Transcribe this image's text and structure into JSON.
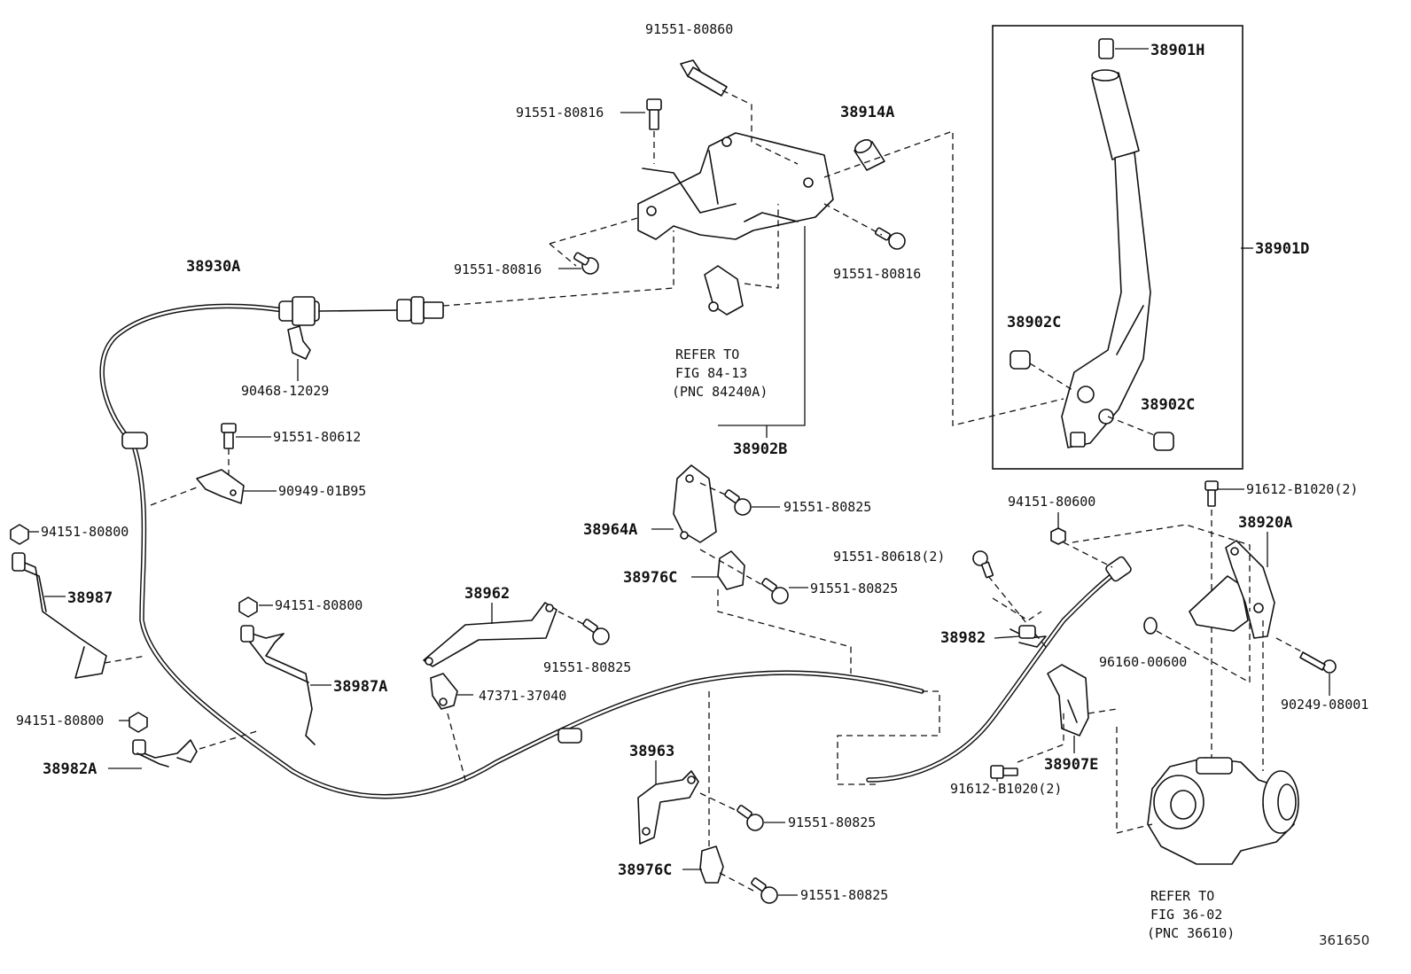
{
  "labels": {
    "p91551_80860": "91551-80860",
    "p91551_80816_a": "91551-80816",
    "p38914a": "38914A",
    "p38901h": "38901H",
    "p38901d": "38901D",
    "p38930a": "38930A",
    "p91551_80816_b": "91551-80816",
    "p91551_80816_c": "91551-80816",
    "p90468_12029": "90468-12029",
    "p38902c_a": "38902C",
    "p38902c_b": "38902C",
    "p38902b": "38902B",
    "p91551_80612": "91551-80612",
    "p90949_01b95": "90949-01B95",
    "p94151_80800_a": "94151-80800",
    "p38987": "38987",
    "p94151_80800_b": "94151-80800",
    "p38987a": "38987A",
    "p94151_80800_c": "94151-80800",
    "p38982a": "38982A",
    "p38962": "38962",
    "p91551_80825_a": "91551-80825",
    "p47371_37040": "47371-37040",
    "p38964a": "38964A",
    "p91551_80825_b": "91551-80825",
    "p38976c_a": "38976C",
    "p91551_80825_c": "91551-80825",
    "p38963": "38963",
    "p91551_80825_d": "91551-80825",
    "p38976c_b": "38976C",
    "p91551_80825_e": "91551-80825",
    "p94151_80600": "94151-80600",
    "p91551_80618": "91551-80618(2)",
    "p38982": "38982",
    "p91612_b1020_a": "91612-B1020(2)",
    "p38920a": "38920A",
    "p96160_00600": "96160-00600",
    "p90249_08001": "90249-08001",
    "p38907e": "38907E",
    "p91612_b1020_b": "91612-B1020(2)"
  },
  "refs": {
    "ref1_line1": "REFER TO",
    "ref1_line2": "FIG 84-13",
    "ref1_line3": "(PNC 84240A)",
    "ref2_line1": "REFER TO",
    "ref2_line2": "FIG 36-02",
    "ref2_line3": "(PNC 36610)"
  },
  "figure_code": "361650"
}
